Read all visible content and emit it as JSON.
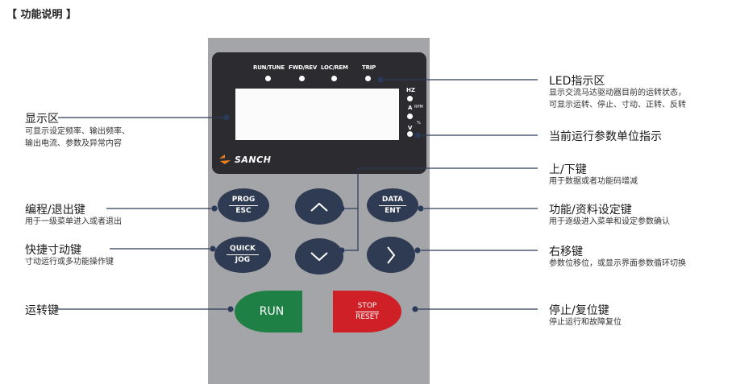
{
  "heading": "【 功能说明 】",
  "display": {
    "led_labels": [
      "RUN/TUNE",
      "FWD/REV",
      "LOC/REM",
      "TRIP"
    ],
    "unit_labels": {
      "hz": "HZ",
      "a": "A",
      "v": "V",
      "rpm": "RPM",
      "pct": "%"
    },
    "logo_text": "SANCH"
  },
  "keys": {
    "prog": {
      "top": "PROG",
      "bottom": "ESC"
    },
    "data": {
      "top": "DATA",
      "bottom": "ENT"
    },
    "quick": {
      "top": "QUICK",
      "bottom": "JOG"
    },
    "run": "RUN",
    "stop": {
      "top": "STOP",
      "bottom": "RESET"
    }
  },
  "callouts": {
    "display_area": {
      "title": "显示区",
      "desc": [
        "可显示设定频率、输出频率、",
        "输出电流、参数及异常内容"
      ]
    },
    "prog_key": {
      "title": "编程/退出键",
      "desc": [
        "用于一级菜单进入或者退出"
      ]
    },
    "quick_key": {
      "title": "快捷寸动键",
      "desc": [
        "寸动运行或多功能操作键"
      ]
    },
    "run_key": {
      "title": "运转键",
      "desc": []
    },
    "led_area": {
      "title": "LED指示区",
      "desc": [
        "显示交流马达驱动器目前的运转状态，",
        "可显示运转、停止、寸动、正转、反转"
      ]
    },
    "unit_indicator": {
      "title": "当前运行参数单位指示",
      "desc": []
    },
    "updown_key": {
      "title": "上/下键",
      "desc": [
        "用于数据或者功能码增减"
      ]
    },
    "data_key": {
      "title": "功能/资料设定键",
      "desc": [
        "用于逐级进入菜单和设定参数确认"
      ]
    },
    "right_key": {
      "title": "右移键",
      "desc": [
        "参数位移位，或显示界面参数循环切换"
      ]
    },
    "stop_key": {
      "title": "停止/复位键",
      "desc": [
        "停止运行和故障复位"
      ]
    }
  },
  "colors": {
    "panel": "#a4a5a9",
    "display": "#2c2c30",
    "key": "#2f3b52",
    "run": "#1f8046",
    "stop": "#cf2027",
    "logo_accent": "#f0821e"
  }
}
